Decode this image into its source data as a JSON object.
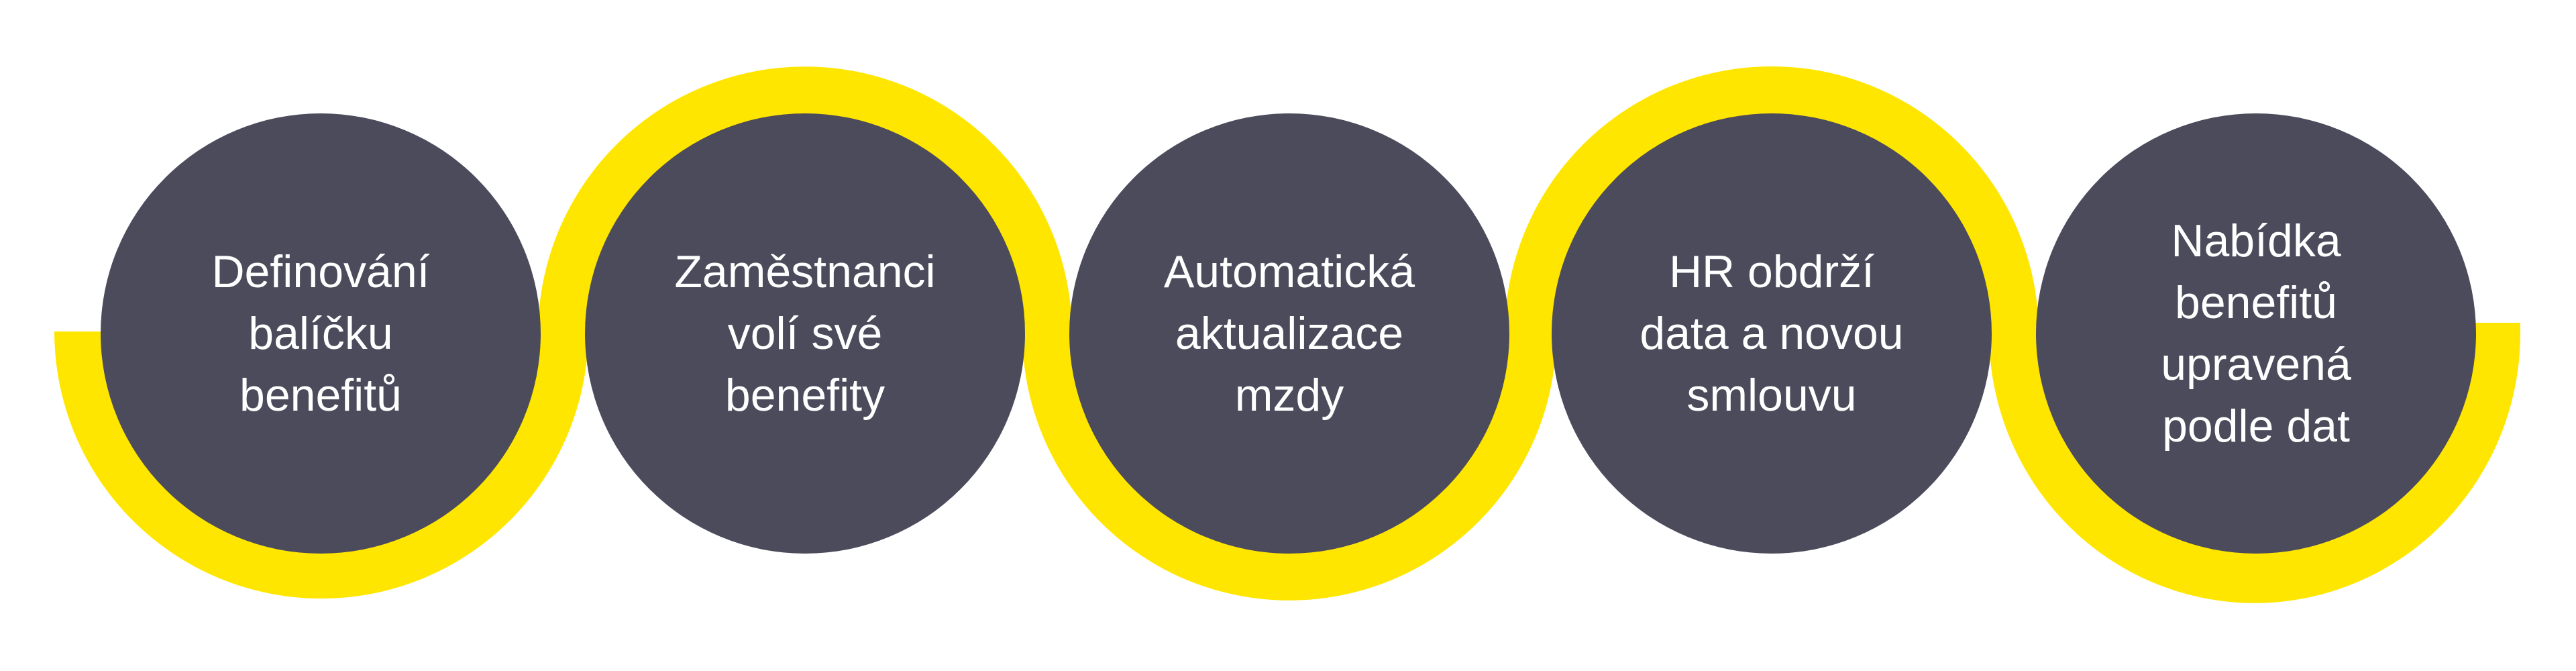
{
  "colors": {
    "accent": "#FFE600",
    "circle": "#4B4B5C",
    "text": "#FFFFFF"
  },
  "steps": [
    {
      "lines": [
        "Definování",
        "balíčku",
        "benefitů"
      ]
    },
    {
      "lines": [
        "Zaměstnanci",
        "volí své",
        "benefity"
      ]
    },
    {
      "lines": [
        "Automatická",
        "aktualizace",
        "mzdy"
      ]
    },
    {
      "lines": [
        "HR obdrží",
        "data a novou",
        "smlouvu"
      ]
    },
    {
      "lines": [
        "Nabídka",
        "benefitů",
        "upravená",
        "podle dat"
      ]
    }
  ]
}
